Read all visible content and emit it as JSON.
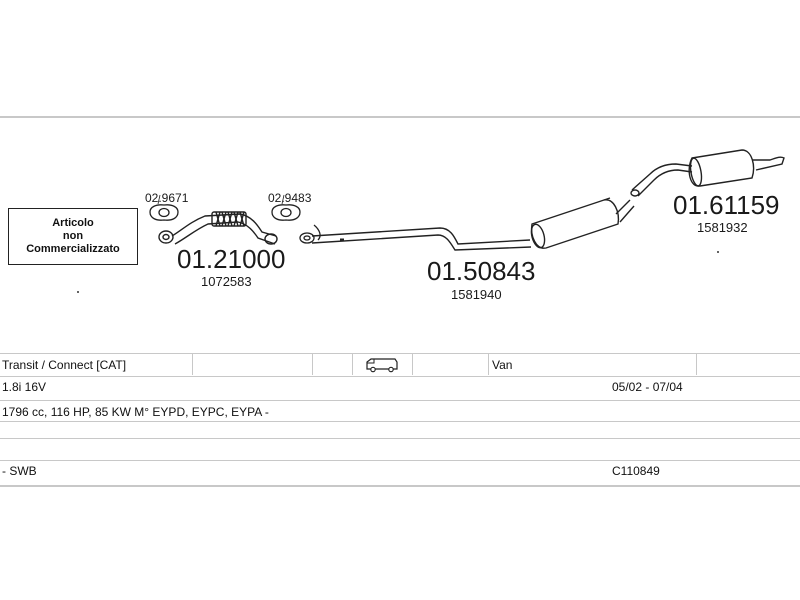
{
  "not_available_box": {
    "line1": "Articolo",
    "line2": "non",
    "line3": "Commercializzato"
  },
  "parts": [
    {
      "id": "01.21000",
      "ref": "1072583"
    },
    {
      "id": "01.50843",
      "ref": "1581940"
    },
    {
      "id": "01.61159",
      "ref": "1581932"
    }
  ],
  "gaskets": [
    {
      "id": "02.9671"
    },
    {
      "id": "02.9483"
    }
  ],
  "vehicle_table": {
    "model": "Transit / Connect  [CAT]",
    "body_type": "Van",
    "engine": "1.8i 16V",
    "production_period": "05/02 - 07/04",
    "specs": "1796 cc, 116 HP, 85 KW M° EYPD, EYPC, EYPA -",
    "variant": "- SWB",
    "code": "C110849",
    "icon": "van-icon"
  }
}
